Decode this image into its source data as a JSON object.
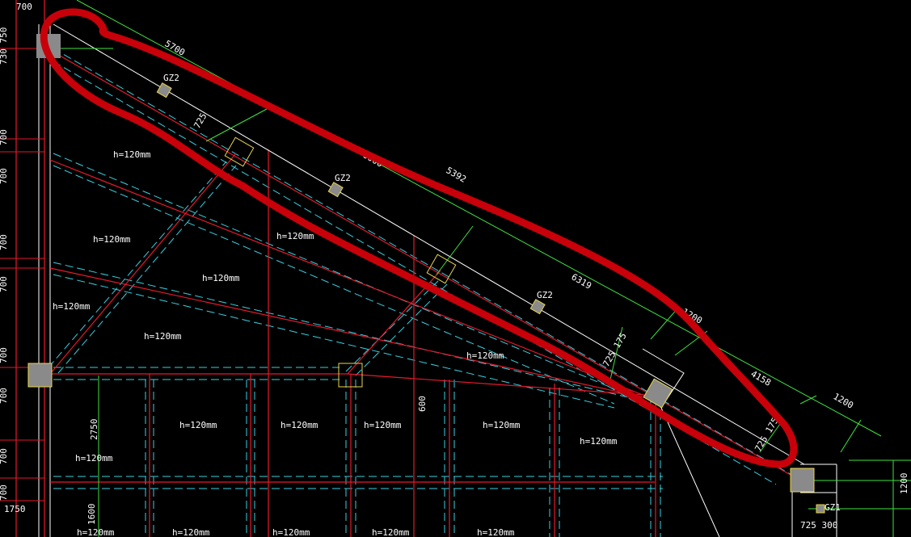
{
  "colors": {
    "background": "#000000",
    "beam_red": "#e5192c",
    "dash_cyan": "#38d0e0",
    "dim_green": "#3fe23f",
    "wall_white": "#ffffff",
    "column_gray": "#8a8a8a",
    "column_yellow": "#e8d44c",
    "markup_red": "#c8000a"
  },
  "labels": {
    "top_left_dim": "700",
    "left_dims": [
      "730 750",
      "700",
      "700",
      "700",
      "700",
      "700",
      "700",
      "700",
      "700"
    ],
    "bottom_left_dim": "1750",
    "slab": "h=120mm",
    "gz2": "GZ2",
    "gz1": "GZ1",
    "d5700": "5700",
    "d6000": "6000",
    "d5392": "5392",
    "d6319": "6319",
    "d1200a": "1200",
    "d1200b": "1200",
    "d4158": "4158",
    "d725a": "725",
    "d725b": "725 175",
    "d725c": "725 175",
    "d600": "600",
    "d2750": "2750",
    "d1600": "1600",
    "d725_300": "725  300",
    "d1200_right": "1200"
  }
}
